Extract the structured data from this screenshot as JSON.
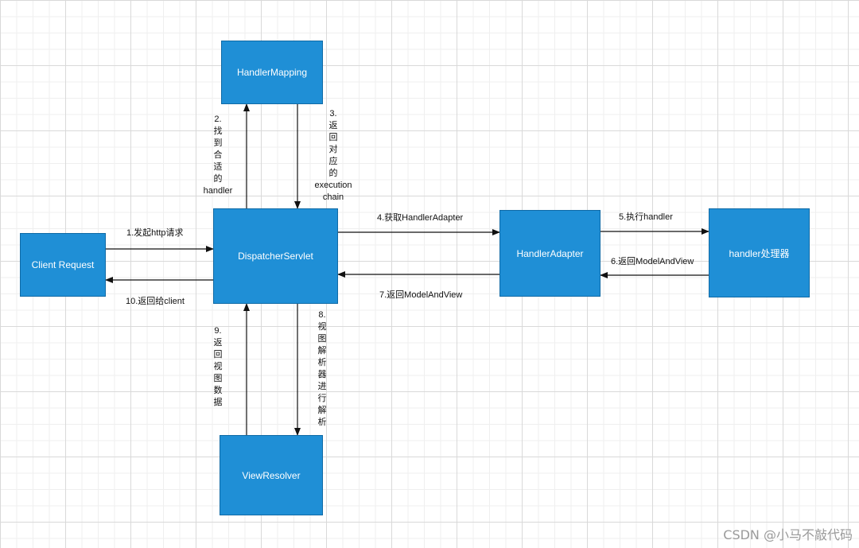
{
  "nodes": {
    "handler_mapping": "HandlerMapping",
    "dispatcher_servlet": "DispatcherServlet",
    "client_request": "Client Request",
    "handler_adapter": "HandlerAdapter",
    "handler_processor": "handler处理器",
    "view_resolver": "ViewResolver"
  },
  "edges": {
    "e1": "1.发起http请求",
    "e2": [
      "2.",
      "找",
      "到",
      "合",
      "适",
      "的",
      "handler"
    ],
    "e3": [
      "3.",
      "返",
      "回",
      "对",
      "应",
      "的",
      "execution",
      "chain"
    ],
    "e4": "4.获取HandlerAdapter",
    "e5": "5.执行handler",
    "e6": "6.返回ModelAndView",
    "e7": "7.返回ModelAndView",
    "e8": [
      "8.",
      "视",
      "图",
      "解",
      "析",
      "器",
      "进",
      "行",
      "解",
      "析"
    ],
    "e9": [
      "9.",
      "返",
      "回",
      "视",
      "图",
      "数",
      "据"
    ],
    "e10": "10.返回给client"
  },
  "watermark": "CSDN @小马不敲代码",
  "colors": {
    "box_fill": "#1f8fd6",
    "box_text": "#ffffff",
    "line": "#111111"
  }
}
